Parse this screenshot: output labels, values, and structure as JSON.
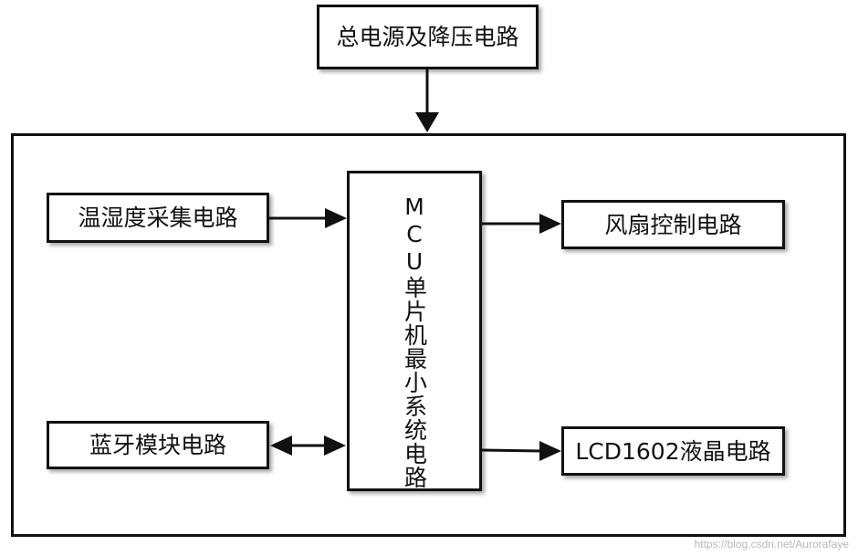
{
  "diagram": {
    "power_supply": "总电源及降压电路",
    "mcu": "MCU单片机最小系统电路",
    "temp_humidity": "温湿度采集电路",
    "bluetooth": "蓝牙模块电路",
    "fan_control": "风扇控制电路",
    "lcd_display": "LCD1602液晶电路"
  },
  "watermark": "https://blog.csdn.net/Aurorafaye"
}
